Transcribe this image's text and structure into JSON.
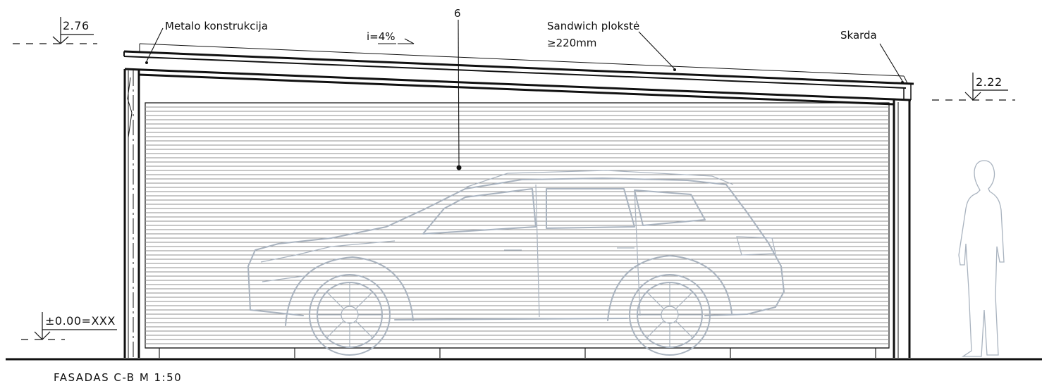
{
  "drawing": {
    "title": "FASADAS C-B M 1:50",
    "callout_number": "6",
    "slope_label": "i=4%",
    "labels": {
      "steel_structure": "Metalo konstrukcija",
      "sandwich_line1": "Sandwich plokstė",
      "sandwich_line2": "≥220mm",
      "flashing": "Skarda"
    },
    "levels": {
      "top_left": "2.76",
      "top_right": "2.22",
      "ground": "±0.00=XXX"
    }
  }
}
